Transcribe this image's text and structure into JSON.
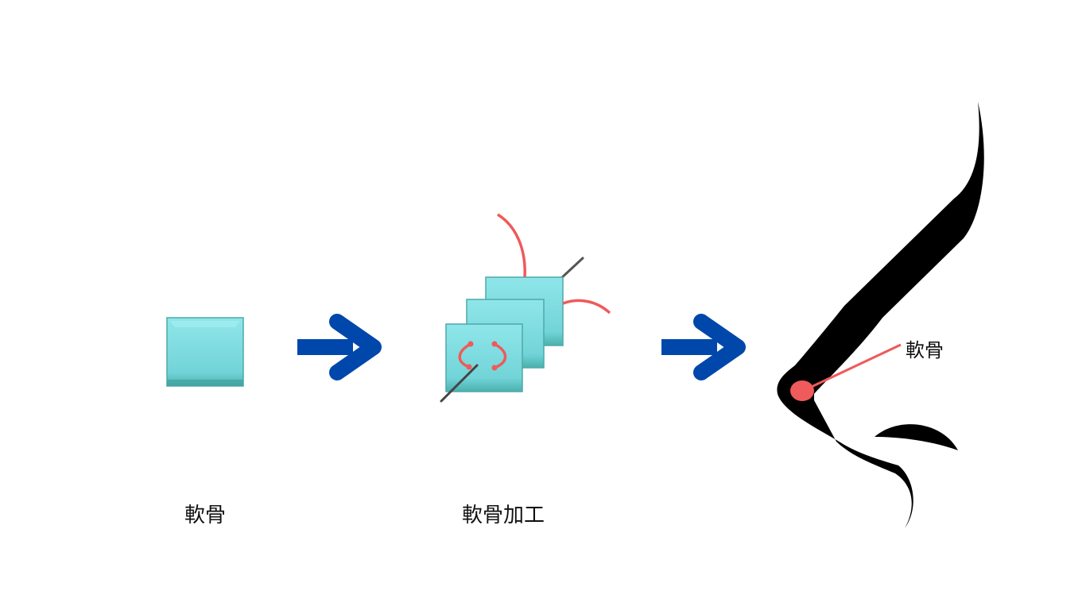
{
  "labels": {
    "cartilage": "軟骨",
    "processed_cartilage": "軟骨加工",
    "nose_callout": "軟骨"
  },
  "colors": {
    "cartilage_fill": "#7fdde0",
    "arrow": "#0047ab",
    "suture": "#ef5a5a",
    "nose": "#000000"
  }
}
